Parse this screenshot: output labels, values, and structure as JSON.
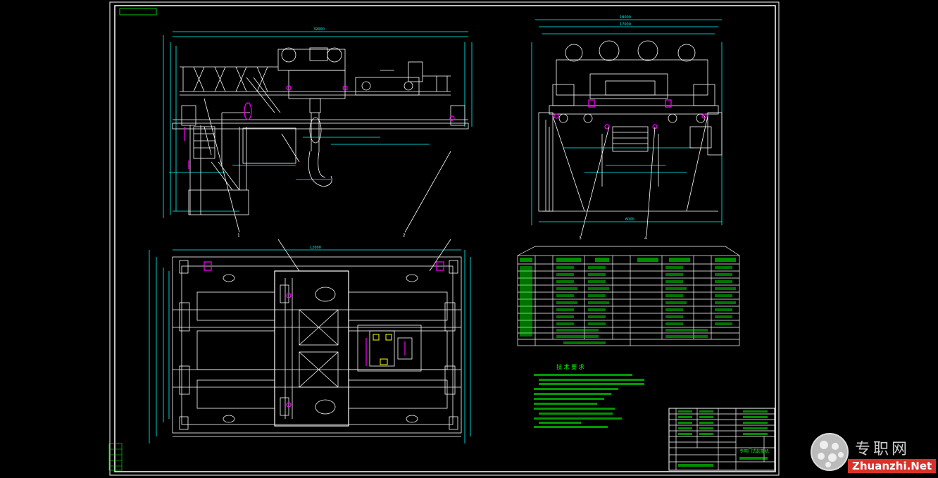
{
  "drawing": {
    "title_block_name": "专用门式起重机",
    "tech_requirements_title": "技 术 要 求",
    "params_table_title": "技 术 参 数 表",
    "view_labels": [
      "1",
      "2",
      "3",
      "4"
    ],
    "dimension_labels": [
      "32000",
      "17000",
      "18000",
      "6000",
      "12000"
    ]
  },
  "watermark": {
    "cn": "专职网",
    "en": "Zhuanzhi.Net"
  },
  "colors": {
    "background": "#000000",
    "frame": "#ffffff",
    "geometry": "#ffffff",
    "dimension": "#00ffff",
    "text_green": "#00ff00",
    "highlight": "#ff00ff",
    "yellow": "#ffff00"
  }
}
